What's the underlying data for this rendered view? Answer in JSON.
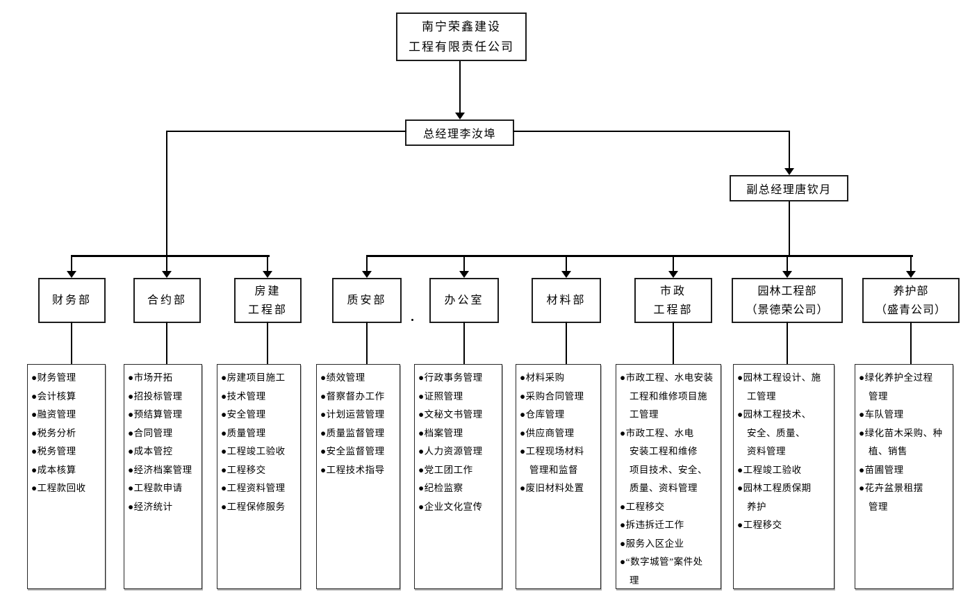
{
  "org_chart": {
    "root": {
      "name": "南宁荣鑫建设\n工程有限责任公司"
    },
    "general_manager": {
      "label": "总经理李汝埠"
    },
    "deputy_general_manager": {
      "label": "副总经理唐钦月"
    },
    "departments": [
      {
        "name": "财务部",
        "duties": [
          "财务管理",
          "会计核算",
          "融资管理",
          "税务分析",
          "税务管理",
          "成本核算",
          "工程款回收"
        ]
      },
      {
        "name": "合约部",
        "duties": [
          "市场开拓",
          "招投标管理",
          "预结算管理",
          "合同管理",
          "成本管控",
          "经济档案管理",
          "工程款申请",
          "经济统计"
        ]
      },
      {
        "name": "房建\n工程部",
        "duties": [
          "房建项目施工",
          "技术管理",
          "安全管理",
          "质量管理",
          "工程竣工验收",
          "工程移交",
          "工程资料管理",
          "工程保修服务"
        ]
      },
      {
        "name": "质安部",
        "duties": [
          "绩效管理",
          "督察督办工作",
          "计划运营管理",
          "质量监督管理",
          "安全监督管理",
          "工程技术指导"
        ]
      },
      {
        "name": "办公室",
        "duties": [
          "行政事务管理",
          "证照管理",
          "文秘文书管理",
          "档案管理",
          "人力资源管理",
          "党工团工作",
          "纪检监察",
          "企业文化宣传"
        ]
      },
      {
        "name": "材料部",
        "duties": [
          "材料采购",
          "采购合同管理",
          "仓库管理",
          "供应商管理",
          "工程现场材料\n管理和监督",
          "废旧材料处置"
        ]
      },
      {
        "name": "市政\n工程部",
        "duties": [
          "市政工程、水电安装\n工程和维修项目施\n工管理",
          "市政工程、水电\n安装工程和维修\n项目技术、安全、\n质量、资料管理",
          "工程移交",
          "拆违拆迁工作",
          "服务入区企业",
          "“数字城管”案件处\n理"
        ]
      },
      {
        "name": "园林工程部\n（景德荣公司）",
        "duties": [
          "园林工程设计、施\n工管理",
          "园林工程技术、\n安全、质量、\n资料管理",
          "工程竣工验收",
          "园林工程质保期\n养护",
          "工程移交"
        ]
      },
      {
        "name": "养护部\n（盛青公司）",
        "duties": [
          "绿化养护全过程\n管理",
          "车队管理",
          "绿化苗木采购、种\n植、销售",
          "苗圃管理",
          "花卉盆景租摆\n管理"
        ]
      }
    ],
    "colors": {
      "line": "#000000",
      "box_border": "#1c1c1c",
      "background": "#ffffff",
      "text": "#000000"
    }
  }
}
